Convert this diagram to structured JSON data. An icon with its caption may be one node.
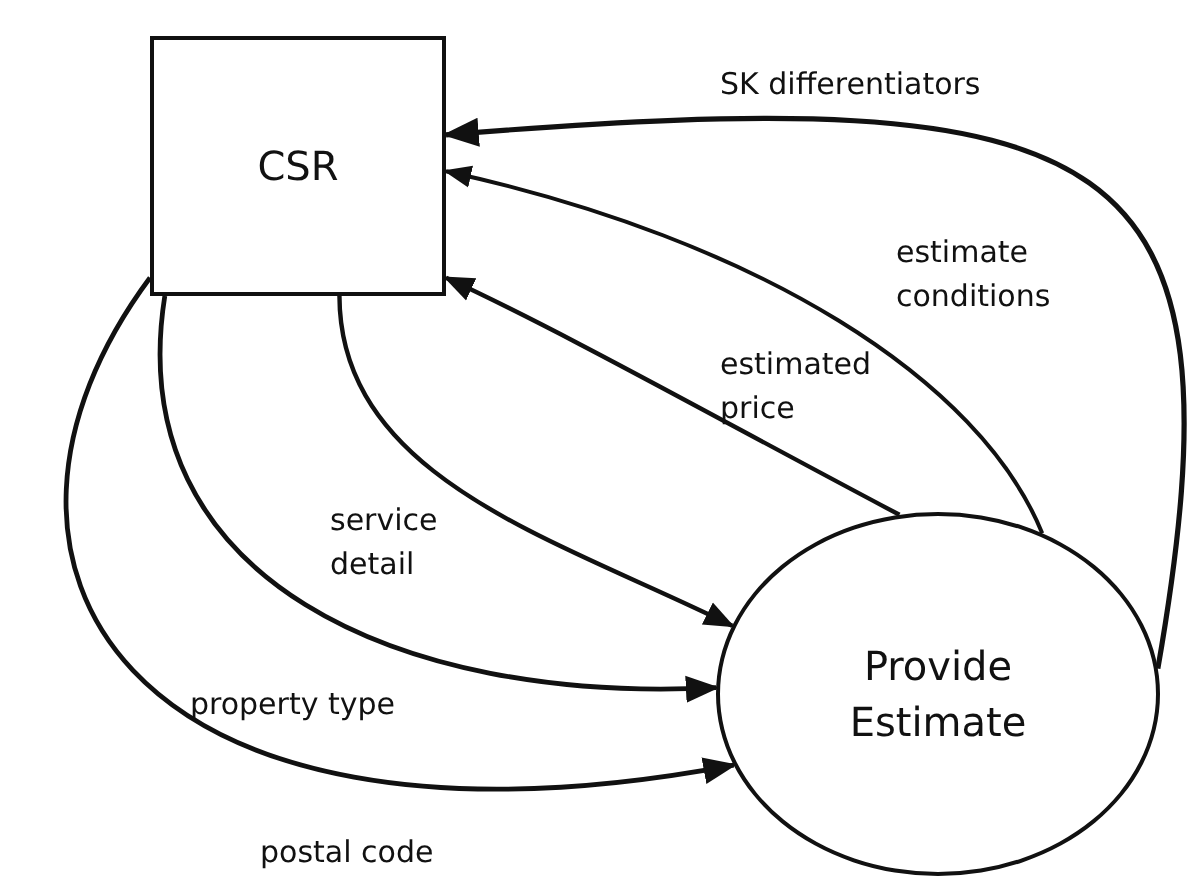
{
  "diagram": {
    "nodes": [
      {
        "text": [
          "CSR"
        ]
      },
      {
        "text": [
          "Provide Estimate"
        ]
      }
    ],
    "edges": [
      {
        "from": 1,
        "to": 0,
        "arrow": "to",
        "label": "SK differentiators"
      },
      {
        "from": 1,
        "to": 0,
        "arrow": "to",
        "label": "estimate conditions"
      },
      {
        "from": 1,
        "to": 0,
        "arrow": "to",
        "label": "estimated price"
      },
      {
        "from": 0,
        "to": 1,
        "arrow": "to",
        "label": "service detail"
      },
      {
        "from": 0,
        "to": 1,
        "arrow": "to",
        "label": "property type"
      },
      {
        "from": 0,
        "to": 1,
        "arrow": "to",
        "label": "postal code"
      }
    ]
  }
}
